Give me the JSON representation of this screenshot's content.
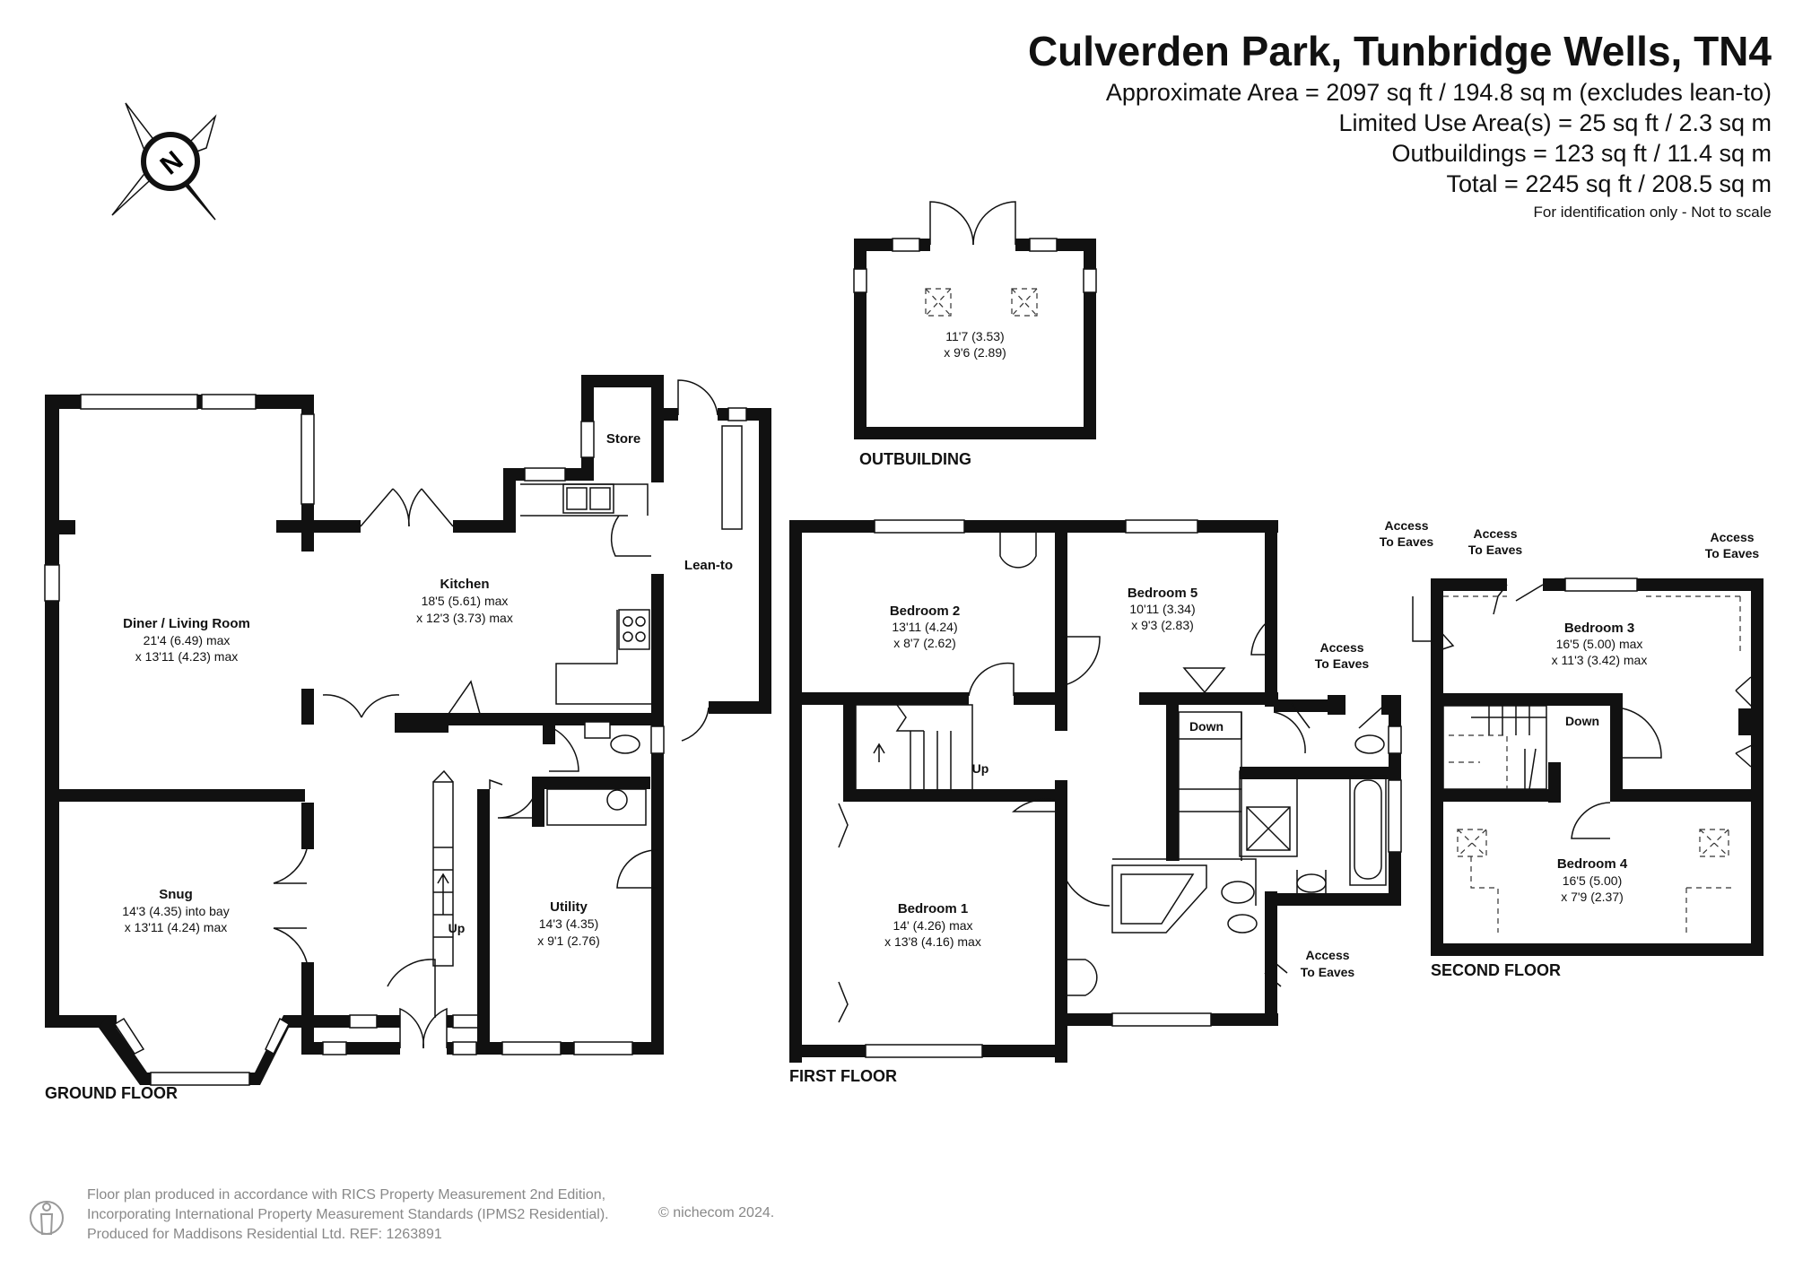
{
  "header": {
    "title": "Culverden Park, Tunbridge Wells, TN4",
    "approx_area": "Approximate Area = 2097 sq ft / 194.8 sq m (excludes lean-to)",
    "limited_use": "Limited Use Area(s) = 25 sq ft / 2.3 sq m",
    "outbuildings": "Outbuildings = 123 sq ft / 11.4 sq m",
    "total": "Total = 2245 sq ft / 208.5 sq m",
    "note": "For identification only - Not to scale"
  },
  "compass": {
    "letter": "N",
    "icon": "compass-icon"
  },
  "floors": {
    "ground": "GROUND FLOOR",
    "first": "FIRST FLOOR",
    "second": "SECOND FLOOR",
    "outbuilding": "OUTBUILDING"
  },
  "rooms": {
    "diner": {
      "name": "Diner / Living Room",
      "dim1": "21'4 (6.49) max",
      "dim2": "x 13'11 (4.23) max"
    },
    "kitchen": {
      "name": "Kitchen",
      "dim1": "18'5 (5.61) max",
      "dim2": "x 12'3 (3.73) max"
    },
    "store": {
      "name": "Store"
    },
    "leanto": {
      "name": "Lean-to"
    },
    "snug": {
      "name": "Snug",
      "dim1": "14'3 (4.35) into bay",
      "dim2": "x 13'11 (4.24) max"
    },
    "utility": {
      "name": "Utility",
      "dim1": "14'3 (4.35)",
      "dim2": "x 9'1 (2.76)"
    },
    "outbuilding": {
      "dim1": "11'7 (3.53)",
      "dim2": "x 9'6 (2.89)"
    },
    "bedroom2": {
      "name": "Bedroom 2",
      "dim1": "13'11 (4.24)",
      "dim2": "x 8'7 (2.62)"
    },
    "bedroom5": {
      "name": "Bedroom 5",
      "dim1": "10'11 (3.34)",
      "dim2": "x 9'3 (2.83)"
    },
    "bedroom1": {
      "name": "Bedroom 1",
      "dim1": "14' (4.26) max",
      "dim2": "x 13'8 (4.16) max"
    },
    "bedroom3": {
      "name": "Bedroom 3",
      "dim1": "16'5 (5.00) max",
      "dim2": "x 11'3 (3.42) max"
    },
    "bedroom4": {
      "name": "Bedroom 4",
      "dim1": "16'5 (5.00)",
      "dim2": "x 7'9 (2.37)"
    }
  },
  "labels": {
    "up": "Up",
    "down": "Down",
    "access": "Access",
    "to_eaves": "To Eaves"
  },
  "footer": {
    "line1": "Floor plan produced in accordance with RICS Property Measurement 2nd Edition,",
    "line2": "Incorporating International Property Measurement Standards (IPMS2 Residential).",
    "line3": "Produced for Maddisons Residential Ltd.   REF: 1263891",
    "copyright": "© nichecom 2024."
  }
}
